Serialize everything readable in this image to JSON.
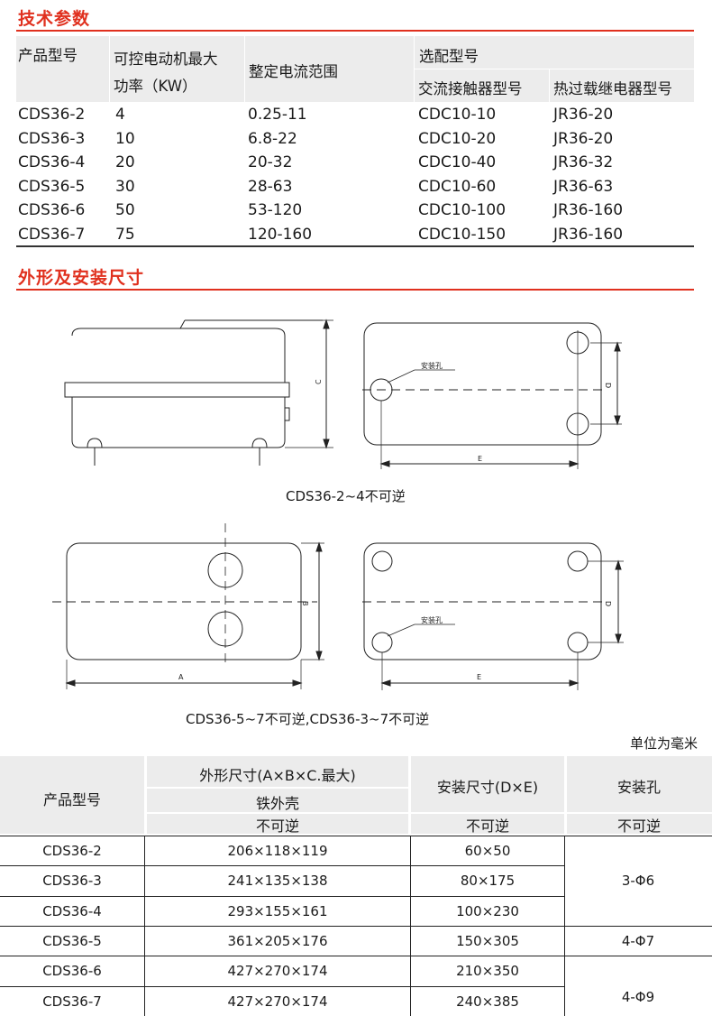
{
  "section1": {
    "title": "技术参数"
  },
  "table1": {
    "headers": {
      "model": "产品型号",
      "power_line1": "可控电动机最大",
      "power_line2": "功率（KW）",
      "current": "整定电流范围",
      "match": "选配型号",
      "contactor": "交流接触器型号",
      "relay": "热过载继电器型号"
    },
    "rows": [
      [
        "CDS36-2",
        "4",
        "0.25-11",
        "CDC10-10",
        "JR36-20"
      ],
      [
        "CDS36-3",
        "10",
        "6.8-22",
        "CDC10-20",
        "JR36-20"
      ],
      [
        "CDS36-4",
        "20",
        "20-32",
        "CDC10-40",
        "JR36-32"
      ],
      [
        "CDS36-5",
        "30",
        "28-63",
        "CDC10-60",
        "JR36-63"
      ],
      [
        "CDS36-6",
        "50",
        "53-120",
        "CDC10-100",
        "JR36-160"
      ],
      [
        "CDS36-7",
        "75",
        "120-160",
        "CDC10-150",
        "JR36-160"
      ]
    ]
  },
  "section2": {
    "title": "外形及安装尺寸"
  },
  "drawings": {
    "label_hole": "安装孔",
    "dim_c": "C",
    "dim_d": "D",
    "dim_e": "E",
    "dim_a": "A",
    "dim_b": "B",
    "caption1": "CDS36-2~4不可逆",
    "caption2": "CDS36-5~7不可逆,CDS36-3~7不可逆"
  },
  "unit_note": "单位为毫米",
  "table2": {
    "headers": {
      "model": "产品型号",
      "dims": "外形尺寸(A×B×C.最大)",
      "shell": "铁外壳",
      "irreversible": "不可逆",
      "mount": "安装尺寸(D×E)",
      "holes": "安装孔"
    },
    "rows": [
      [
        "CDS36-2",
        "206×118×119",
        "60×50"
      ],
      [
        "CDS36-3",
        "241×135×138",
        "80×175"
      ],
      [
        "CDS36-4",
        "293×155×161",
        "100×230"
      ],
      [
        "CDS36-5",
        "361×205×176",
        "150×305"
      ],
      [
        "CDS36-6",
        "427×270×174",
        "210×350"
      ],
      [
        "CDS36-7",
        "427×270×174",
        "240×385"
      ]
    ],
    "holes_groups": [
      "3-Φ6",
      "4-Φ7",
      "4-Φ9"
    ]
  }
}
